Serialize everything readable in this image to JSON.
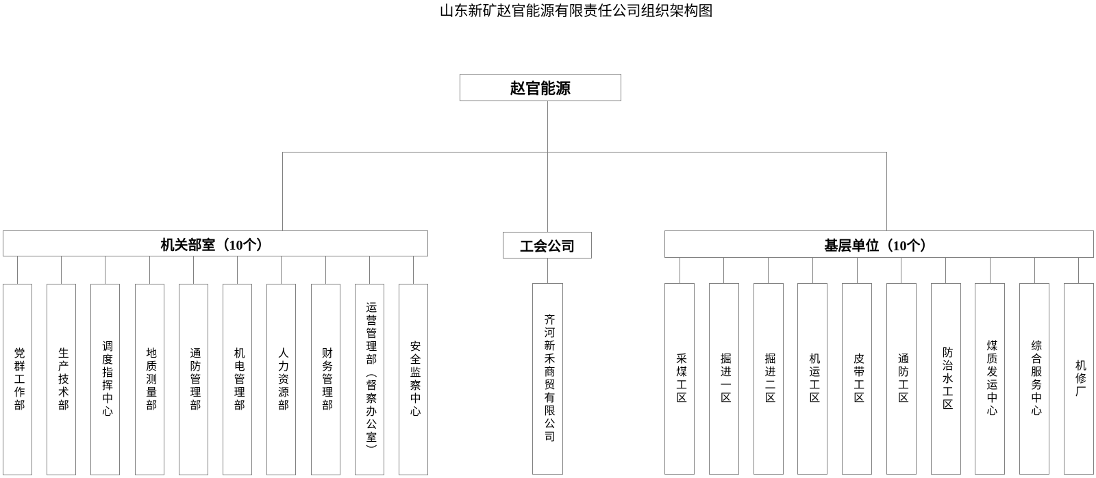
{
  "title": "山东新矿赵官能源有限责任公司组织架构图",
  "root": {
    "label": "赵官能源"
  },
  "branches": [
    {
      "header": "机关部室（10个）",
      "items": [
        "党群工作部",
        "生产技术部",
        "调度指挥中心",
        "地质测量部",
        "通防管理部",
        "机电管理部",
        "人力资源部",
        "财务管理部",
        "运营管理部（督察办公室）",
        "安全监察中心"
      ]
    },
    {
      "header": "工会公司",
      "items": [
        "齐河新禾商贸有限公司"
      ]
    },
    {
      "header": "基层单位（10个）",
      "items": [
        "采煤工区",
        "掘进一区",
        "掘进二区",
        "机运工区",
        "皮带工区",
        "通防工区",
        "防治水工区",
        "煤质发运中心",
        "综合服务中心",
        "机修厂"
      ]
    }
  ],
  "colors": {
    "line": "#808080",
    "text": "#000000",
    "background": "#ffffff"
  }
}
